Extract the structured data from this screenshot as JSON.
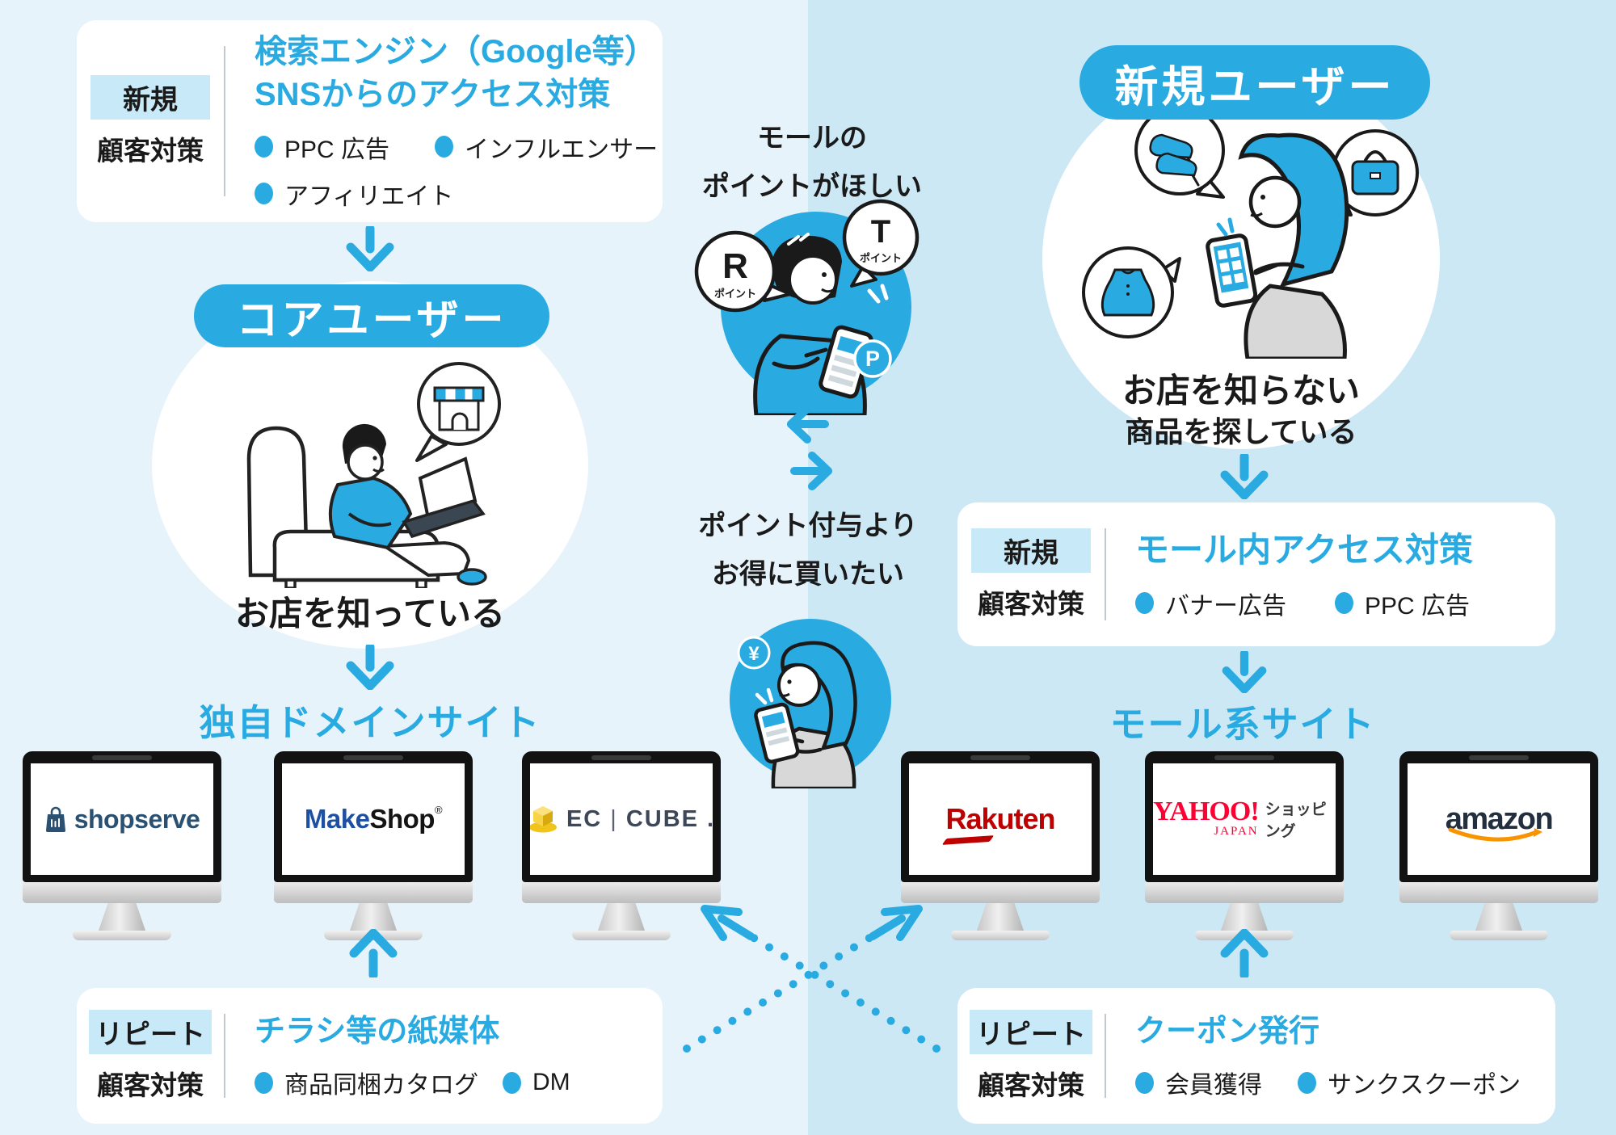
{
  "colors": {
    "accent_blue": "#29ABE2",
    "bg_left": "#E7F3FA",
    "bg_right": "#CDE8F5",
    "tag_highlight": "#C7E9F8",
    "text_dark": "#1A1A1A",
    "rakuten_red": "#BF0000",
    "yahoo_red": "#FF0033",
    "amazon_navy": "#232F3E",
    "amazon_orange": "#F79400",
    "makeshop_blue": "#1E50A2",
    "shopserve_navy": "#2B5172",
    "eccube_navy": "#3E4757",
    "eccube_yellow": "#F0C419"
  },
  "left": {
    "top_box": {
      "tag": "新規",
      "tag_sub": "顧客対策",
      "title_line1": "検索エンジン（Google等）",
      "title_line2": "SNSからのアクセス対策",
      "bullets": [
        "PPC 広告",
        "インフルエンサー",
        "アフィリエイト"
      ]
    },
    "pill_label": "コアユーザー",
    "circle_caption": "お店を知っている",
    "sites_heading": "独自ドメインサイト",
    "bottom_box": {
      "tag": "リピート",
      "tag_sub": "顧客対策",
      "title": "チラシ等の紙媒体",
      "bullets": [
        "商品同梱カタログ",
        "DM"
      ]
    }
  },
  "center": {
    "want_points_line1": "モールの",
    "want_points_line2": "ポイントがほしい",
    "point_badges": {
      "r_label": "R",
      "r_sub": "ポイント",
      "t_label": "T",
      "t_sub": "ポイント",
      "p_label": "P",
      "yen_label": "¥"
    },
    "want_deal_line1": "ポイント付与より",
    "want_deal_line2": "お得に買いたい"
  },
  "right": {
    "pill_label": "新規ユーザー",
    "circle_caption_line1": "お店を知らない",
    "circle_caption_line2": "商品を探している",
    "mid_box": {
      "tag": "新規",
      "tag_sub": "顧客対策",
      "title": "モール内アクセス対策",
      "bullets": [
        "バナー広告",
        "PPC 広告"
      ]
    },
    "sites_heading": "モール系サイト",
    "bottom_box": {
      "tag": "リピート",
      "tag_sub": "顧客対策",
      "title": "クーポン発行",
      "bullets": [
        "会員獲得",
        "サンクスクーポン"
      ]
    }
  },
  "logos": {
    "shopserve": "shopserve",
    "makeshop": {
      "part1": "Make",
      "part2": "Shop",
      "reg": "®"
    },
    "eccube": {
      "part1": "EC",
      "sep": "|",
      "part2": "CUBE",
      "dot": "."
    },
    "rakuten": "Rakuten",
    "yahoo": {
      "main": "YAHOO!",
      "sub": "JAPAN",
      "suffix": "ショッピング"
    },
    "amazon": "amazon"
  }
}
